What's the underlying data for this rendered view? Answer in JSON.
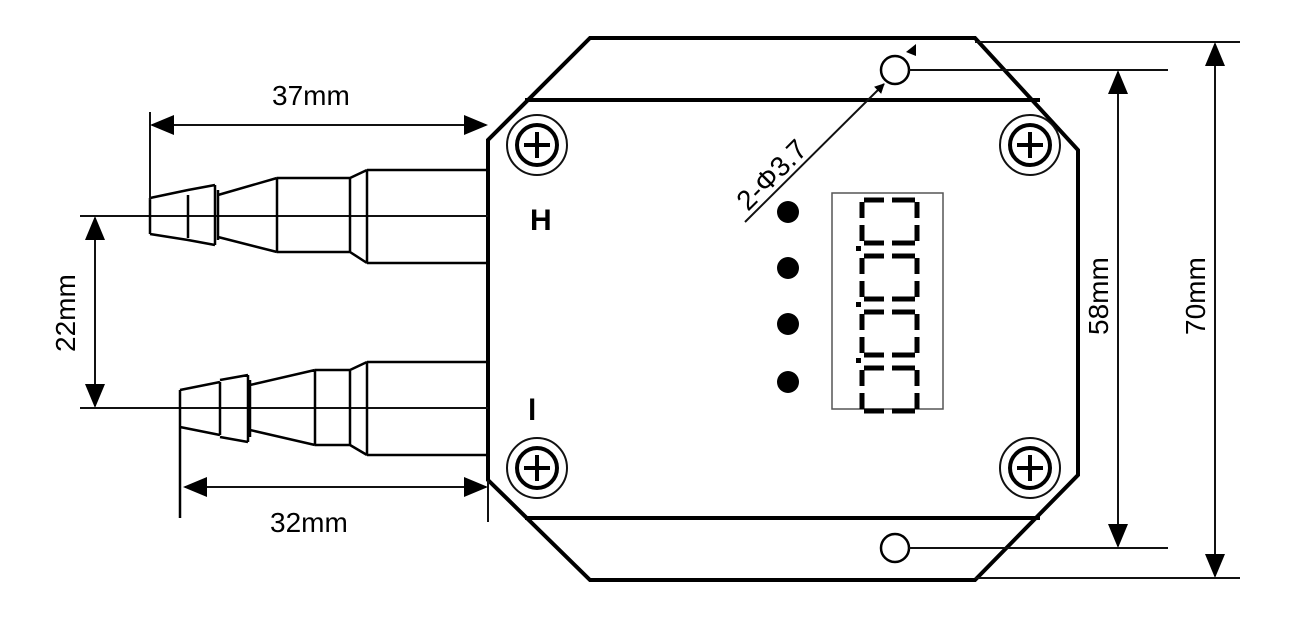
{
  "dimensions": {
    "port_spacing": "22mm",
    "high_port_length": "37mm",
    "low_port_length": "32mm",
    "mount_hole_spacing": "58mm",
    "overall_height": "70mm",
    "mount_hole_spec": "2-Φ3.7"
  },
  "ports": {
    "high_label": "H",
    "low_label": "l"
  },
  "display": {
    "digits": 4,
    "indicator_leds": 4
  }
}
